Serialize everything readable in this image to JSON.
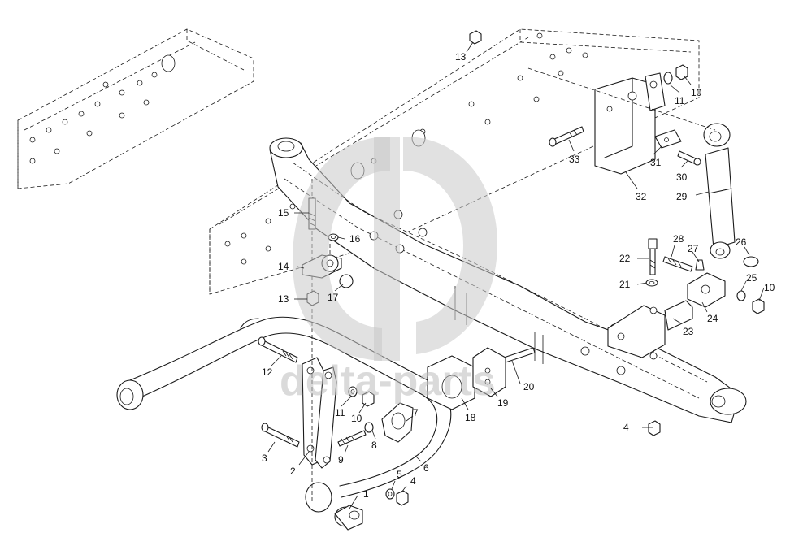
{
  "diagram": {
    "watermark": {
      "text": "delta-parts",
      "logo": "dp-logo"
    },
    "parts": [
      {
        "id": "p1",
        "label": "1"
      },
      {
        "id": "p2",
        "label": "2"
      },
      {
        "id": "p3",
        "label": "3"
      },
      {
        "id": "p4a",
        "label": "4"
      },
      {
        "id": "p4b",
        "label": "4"
      },
      {
        "id": "p5",
        "label": "5"
      },
      {
        "id": "p6",
        "label": "6"
      },
      {
        "id": "p7",
        "label": "7"
      },
      {
        "id": "p8",
        "label": "8"
      },
      {
        "id": "p9",
        "label": "9"
      },
      {
        "id": "p10a",
        "label": "10"
      },
      {
        "id": "p10b",
        "label": "10"
      },
      {
        "id": "p10c",
        "label": "10"
      },
      {
        "id": "p11a",
        "label": "11"
      },
      {
        "id": "p11b",
        "label": "11"
      },
      {
        "id": "p12",
        "label": "12"
      },
      {
        "id": "p13a",
        "label": "13"
      },
      {
        "id": "p13b",
        "label": "13"
      },
      {
        "id": "p14",
        "label": "14"
      },
      {
        "id": "p15",
        "label": "15"
      },
      {
        "id": "p16",
        "label": "16"
      },
      {
        "id": "p17",
        "label": "17"
      },
      {
        "id": "p18",
        "label": "18"
      },
      {
        "id": "p19",
        "label": "19"
      },
      {
        "id": "p20",
        "label": "20"
      },
      {
        "id": "p21",
        "label": "21"
      },
      {
        "id": "p22",
        "label": "22"
      },
      {
        "id": "p23",
        "label": "23"
      },
      {
        "id": "p24",
        "label": "24"
      },
      {
        "id": "p25",
        "label": "25"
      },
      {
        "id": "p26",
        "label": "26"
      },
      {
        "id": "p27",
        "label": "27"
      },
      {
        "id": "p28",
        "label": "28"
      },
      {
        "id": "p29",
        "label": "29"
      },
      {
        "id": "p30",
        "label": "30"
      },
      {
        "id": "p31",
        "label": "31"
      },
      {
        "id": "p32",
        "label": "32"
      },
      {
        "id": "p33",
        "label": "33"
      }
    ]
  }
}
